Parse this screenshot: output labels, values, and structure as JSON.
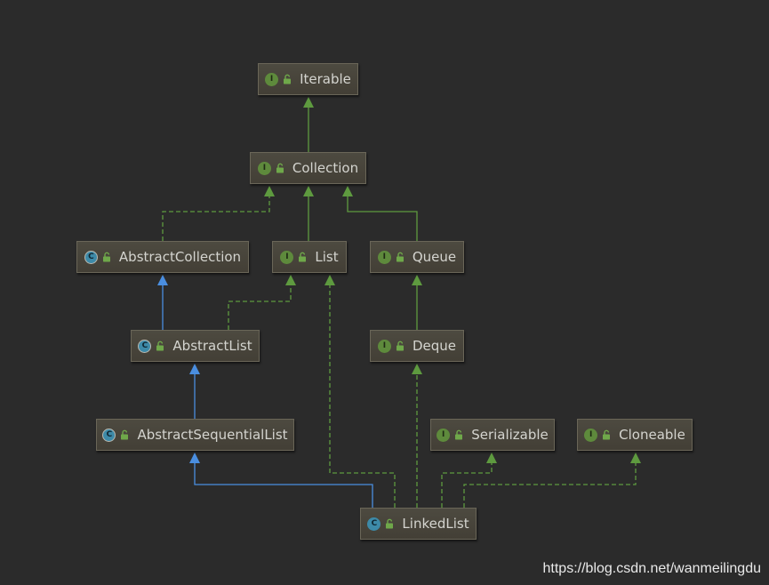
{
  "diagram": {
    "nodes": [
      {
        "id": "iterable",
        "label": "Iterable",
        "kind": "I"
      },
      {
        "id": "collection",
        "label": "Collection",
        "kind": "I"
      },
      {
        "id": "abstractcollection",
        "label": "AbstractCollection",
        "kind": "AC"
      },
      {
        "id": "list",
        "label": "List",
        "kind": "I"
      },
      {
        "id": "queue",
        "label": "Queue",
        "kind": "I"
      },
      {
        "id": "abstractlist",
        "label": "AbstractList",
        "kind": "AC"
      },
      {
        "id": "deque",
        "label": "Deque",
        "kind": "I"
      },
      {
        "id": "abstractsequentiallist",
        "label": "AbstractSequentialList",
        "kind": "AC"
      },
      {
        "id": "serializable",
        "label": "Serializable",
        "kind": "I"
      },
      {
        "id": "cloneable",
        "label": "Cloneable",
        "kind": "I"
      },
      {
        "id": "linkedlist",
        "label": "LinkedList",
        "kind": "C"
      }
    ],
    "edges": [
      {
        "from": "collection",
        "to": "iterable",
        "type": "extends-interface"
      },
      {
        "from": "list",
        "to": "collection",
        "type": "extends-interface"
      },
      {
        "from": "queue",
        "to": "collection",
        "type": "extends-interface"
      },
      {
        "from": "abstractcollection",
        "to": "collection",
        "type": "implements"
      },
      {
        "from": "abstractlist",
        "to": "abstractcollection",
        "type": "extends-class"
      },
      {
        "from": "abstractlist",
        "to": "list",
        "type": "implements"
      },
      {
        "from": "deque",
        "to": "queue",
        "type": "extends-interface"
      },
      {
        "from": "abstractsequentiallist",
        "to": "abstractlist",
        "type": "extends-class"
      },
      {
        "from": "linkedlist",
        "to": "abstractsequentiallist",
        "type": "extends-class"
      },
      {
        "from": "linkedlist",
        "to": "list",
        "type": "implements"
      },
      {
        "from": "linkedlist",
        "to": "deque",
        "type": "implements"
      },
      {
        "from": "linkedlist",
        "to": "serializable",
        "type": "implements"
      },
      {
        "from": "linkedlist",
        "to": "cloneable",
        "type": "implements"
      }
    ],
    "badge_letters": {
      "I": "I",
      "C": "C",
      "AC": "C"
    }
  },
  "colors": {
    "background": "#2b2b2b",
    "interface_edge": "#5e9a3f",
    "class_edge": "#4a8ee0"
  },
  "watermark": "https://blog.csdn.net/wanmeilingdu"
}
